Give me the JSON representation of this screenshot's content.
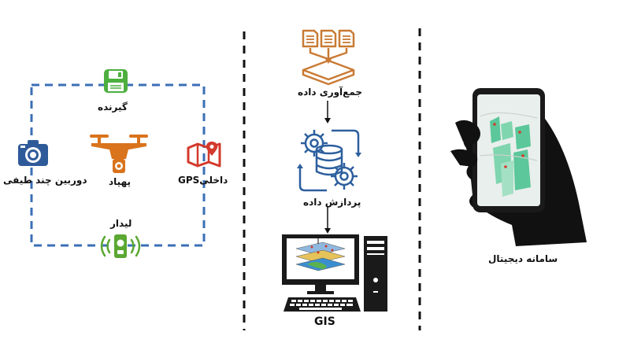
{
  "sensors": {
    "receiver_label": "گیرنده",
    "drone_label": "پهپاد",
    "camera_label": "دوربین چند طیفی",
    "gps_label": "GPSداخلی",
    "lidar_label": "لیدار"
  },
  "pipeline": {
    "collect_label": "جمع‌آوری داده",
    "process_label": "پردازش داده",
    "gis_label": "GIS"
  },
  "output": {
    "system_label": "سامانه دیجیتال"
  },
  "colors": {
    "dashed_box": "#3b6fb6",
    "receiver_green": "#4caf3e",
    "drone_orange": "#d9731c",
    "camera_blue": "#2f5a9a",
    "gps_red": "#d33a2c",
    "lidar_green": "#5aa832",
    "collect_orange": "#c97a33",
    "process_blue": "#2c5f9e",
    "divider": "#111111"
  }
}
